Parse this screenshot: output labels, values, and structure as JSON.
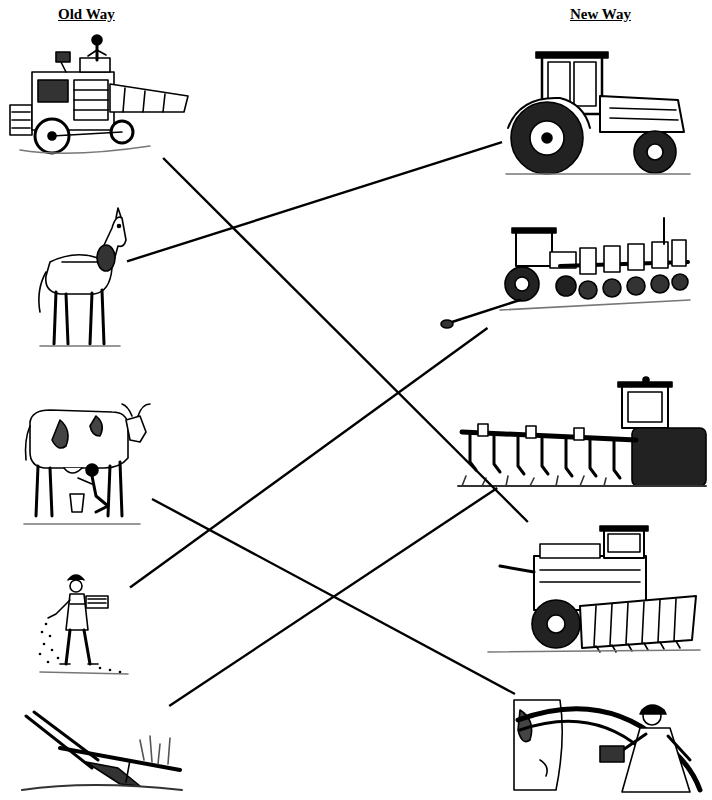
{
  "diagram": {
    "nodes": [
      {
        "text": []
      },
      {
        "text": []
      },
      {
        "text": []
      },
      {
        "text": []
      },
      {
        "text": []
      },
      {
        "text": []
      },
      {
        "text": []
      },
      {
        "text": []
      },
      {
        "text": []
      },
      {
        "text": []
      }
    ],
    "edges": [
      {
        "from": 0,
        "to": 8,
        "arrow": "none"
      },
      {
        "from": 1,
        "to": 5,
        "arrow": "none"
      },
      {
        "from": 2,
        "to": 9,
        "arrow": "none"
      },
      {
        "from": 3,
        "to": 6,
        "arrow": "none"
      },
      {
        "from": 4,
        "to": 7,
        "arrow": "none"
      }
    ],
    "labels": [
      "Old Way",
      "New Way"
    ]
  }
}
